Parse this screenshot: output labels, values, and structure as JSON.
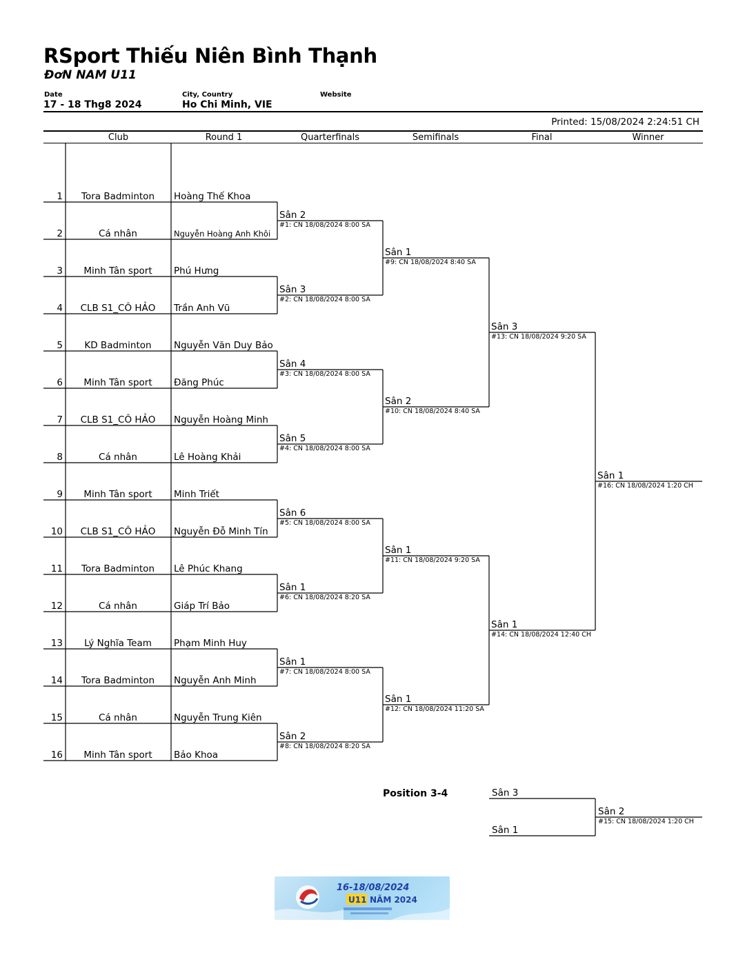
{
  "header": {
    "title": "RSport Thiếu Niên Bình Thạnh",
    "subtitle": "ĐơN NAM U11",
    "date_label": "Date",
    "date_value": "17 - 18 Thg8 2024",
    "city_label": "City, Country",
    "city_value": "Ho Chi Minh, VIE",
    "website_label": "Website",
    "printed": "Printed: 15/08/2024 2:24:51 CH"
  },
  "columns": [
    "Club",
    "Round 1",
    "Quarterfinals",
    "Semifinals",
    "Final",
    "Winner"
  ],
  "entries": [
    {
      "seed": "1",
      "club": "Tora Badminton",
      "player": "Hoàng Thế Khoa"
    },
    {
      "seed": "2",
      "club": "Cá nhân",
      "player": "Nguyễn Hoàng Anh Khôi"
    },
    {
      "seed": "3",
      "club": "Minh Tân sport",
      "player": "Phú Hưng"
    },
    {
      "seed": "4",
      "club": "CLB S1_CÔ HẢO",
      "player": "Trần Anh Vũ"
    },
    {
      "seed": "5",
      "club": "KD Badminton",
      "player": "Nguyễn Văn Duy Bảo"
    },
    {
      "seed": "6",
      "club": "Minh Tân sport",
      "player": "Đăng Phúc"
    },
    {
      "seed": "7",
      "club": "CLB S1_CÔ HẢO",
      "player": "Nguyễn Hoàng Minh"
    },
    {
      "seed": "8",
      "club": "Cá nhân",
      "player": "Lê Hoàng Khải"
    },
    {
      "seed": "9",
      "club": "Minh Tân sport",
      "player": "Minh Triết"
    },
    {
      "seed": "10",
      "club": "CLB S1_CÔ HẢO",
      "player": "Nguyễn Đỗ Minh Tín"
    },
    {
      "seed": "11",
      "club": "Tora Badminton",
      "player": "Lê Phúc Khang"
    },
    {
      "seed": "12",
      "club": "Cá nhân",
      "player": "Giáp Trí Bảo"
    },
    {
      "seed": "13",
      "club": "Lý Nghĩa Team",
      "player": "Phạm Minh Huy"
    },
    {
      "seed": "14",
      "club": "Tora Badminton",
      "player": "Nguyễn Anh Minh"
    },
    {
      "seed": "15",
      "club": "Cá nhân",
      "player": "Nguyễn Trung Kiên"
    },
    {
      "seed": "16",
      "club": "Minh Tân sport",
      "player": "Bảo Khoa"
    }
  ],
  "quarterfinals": [
    {
      "court": "Sân 2",
      "match": "#1: CN 18/08/2024 8:00 SA"
    },
    {
      "court": "Sân 3",
      "match": "#2: CN 18/08/2024 8:00 SA"
    },
    {
      "court": "Sân 4",
      "match": "#3: CN 18/08/2024 8:00 SA"
    },
    {
      "court": "Sân 5",
      "match": "#4: CN 18/08/2024 8:00 SA"
    },
    {
      "court": "Sân 6",
      "match": "#5: CN 18/08/2024 8:00 SA"
    },
    {
      "court": "Sân 1",
      "match": "#6: CN 18/08/2024 8:20 SA"
    },
    {
      "court": "Sân 1",
      "match": "#7: CN 18/08/2024 8:00 SA"
    },
    {
      "court": "Sân 2",
      "match": "#8: CN 18/08/2024 8:20 SA"
    }
  ],
  "semifinals": [
    {
      "court": "Sân 1",
      "match": "#9: CN 18/08/2024 8:40 SA"
    },
    {
      "court": "Sân 2",
      "match": "#10: CN 18/08/2024 8:40 SA"
    },
    {
      "court": "Sân 1",
      "match": "#11: CN 18/08/2024 9:20 SA"
    },
    {
      "court": "Sân 1",
      "match": "#12: CN 18/08/2024 11:20 SA"
    }
  ],
  "final": [
    {
      "court": "Sân 3",
      "match": "#13: CN 18/08/2024 9:20 SA"
    },
    {
      "court": "Sân 1",
      "match": "#14: CN 18/08/2024 12:40 CH"
    }
  ],
  "winner": {
    "court": "Sân 1",
    "match": "#16: CN 18/08/2024 1:20 CH"
  },
  "third_place": {
    "label": "Position 3-4",
    "top_court": "Sân 3",
    "bottom_court": "Sân 1",
    "result_court": "Sân 2",
    "result_match": "#15: CN 18/08/2024 1:20 CH"
  },
  "banner": {
    "dates": "16-18/08/2024",
    "line1": "U11",
    "line2": "NĂM 2024"
  }
}
